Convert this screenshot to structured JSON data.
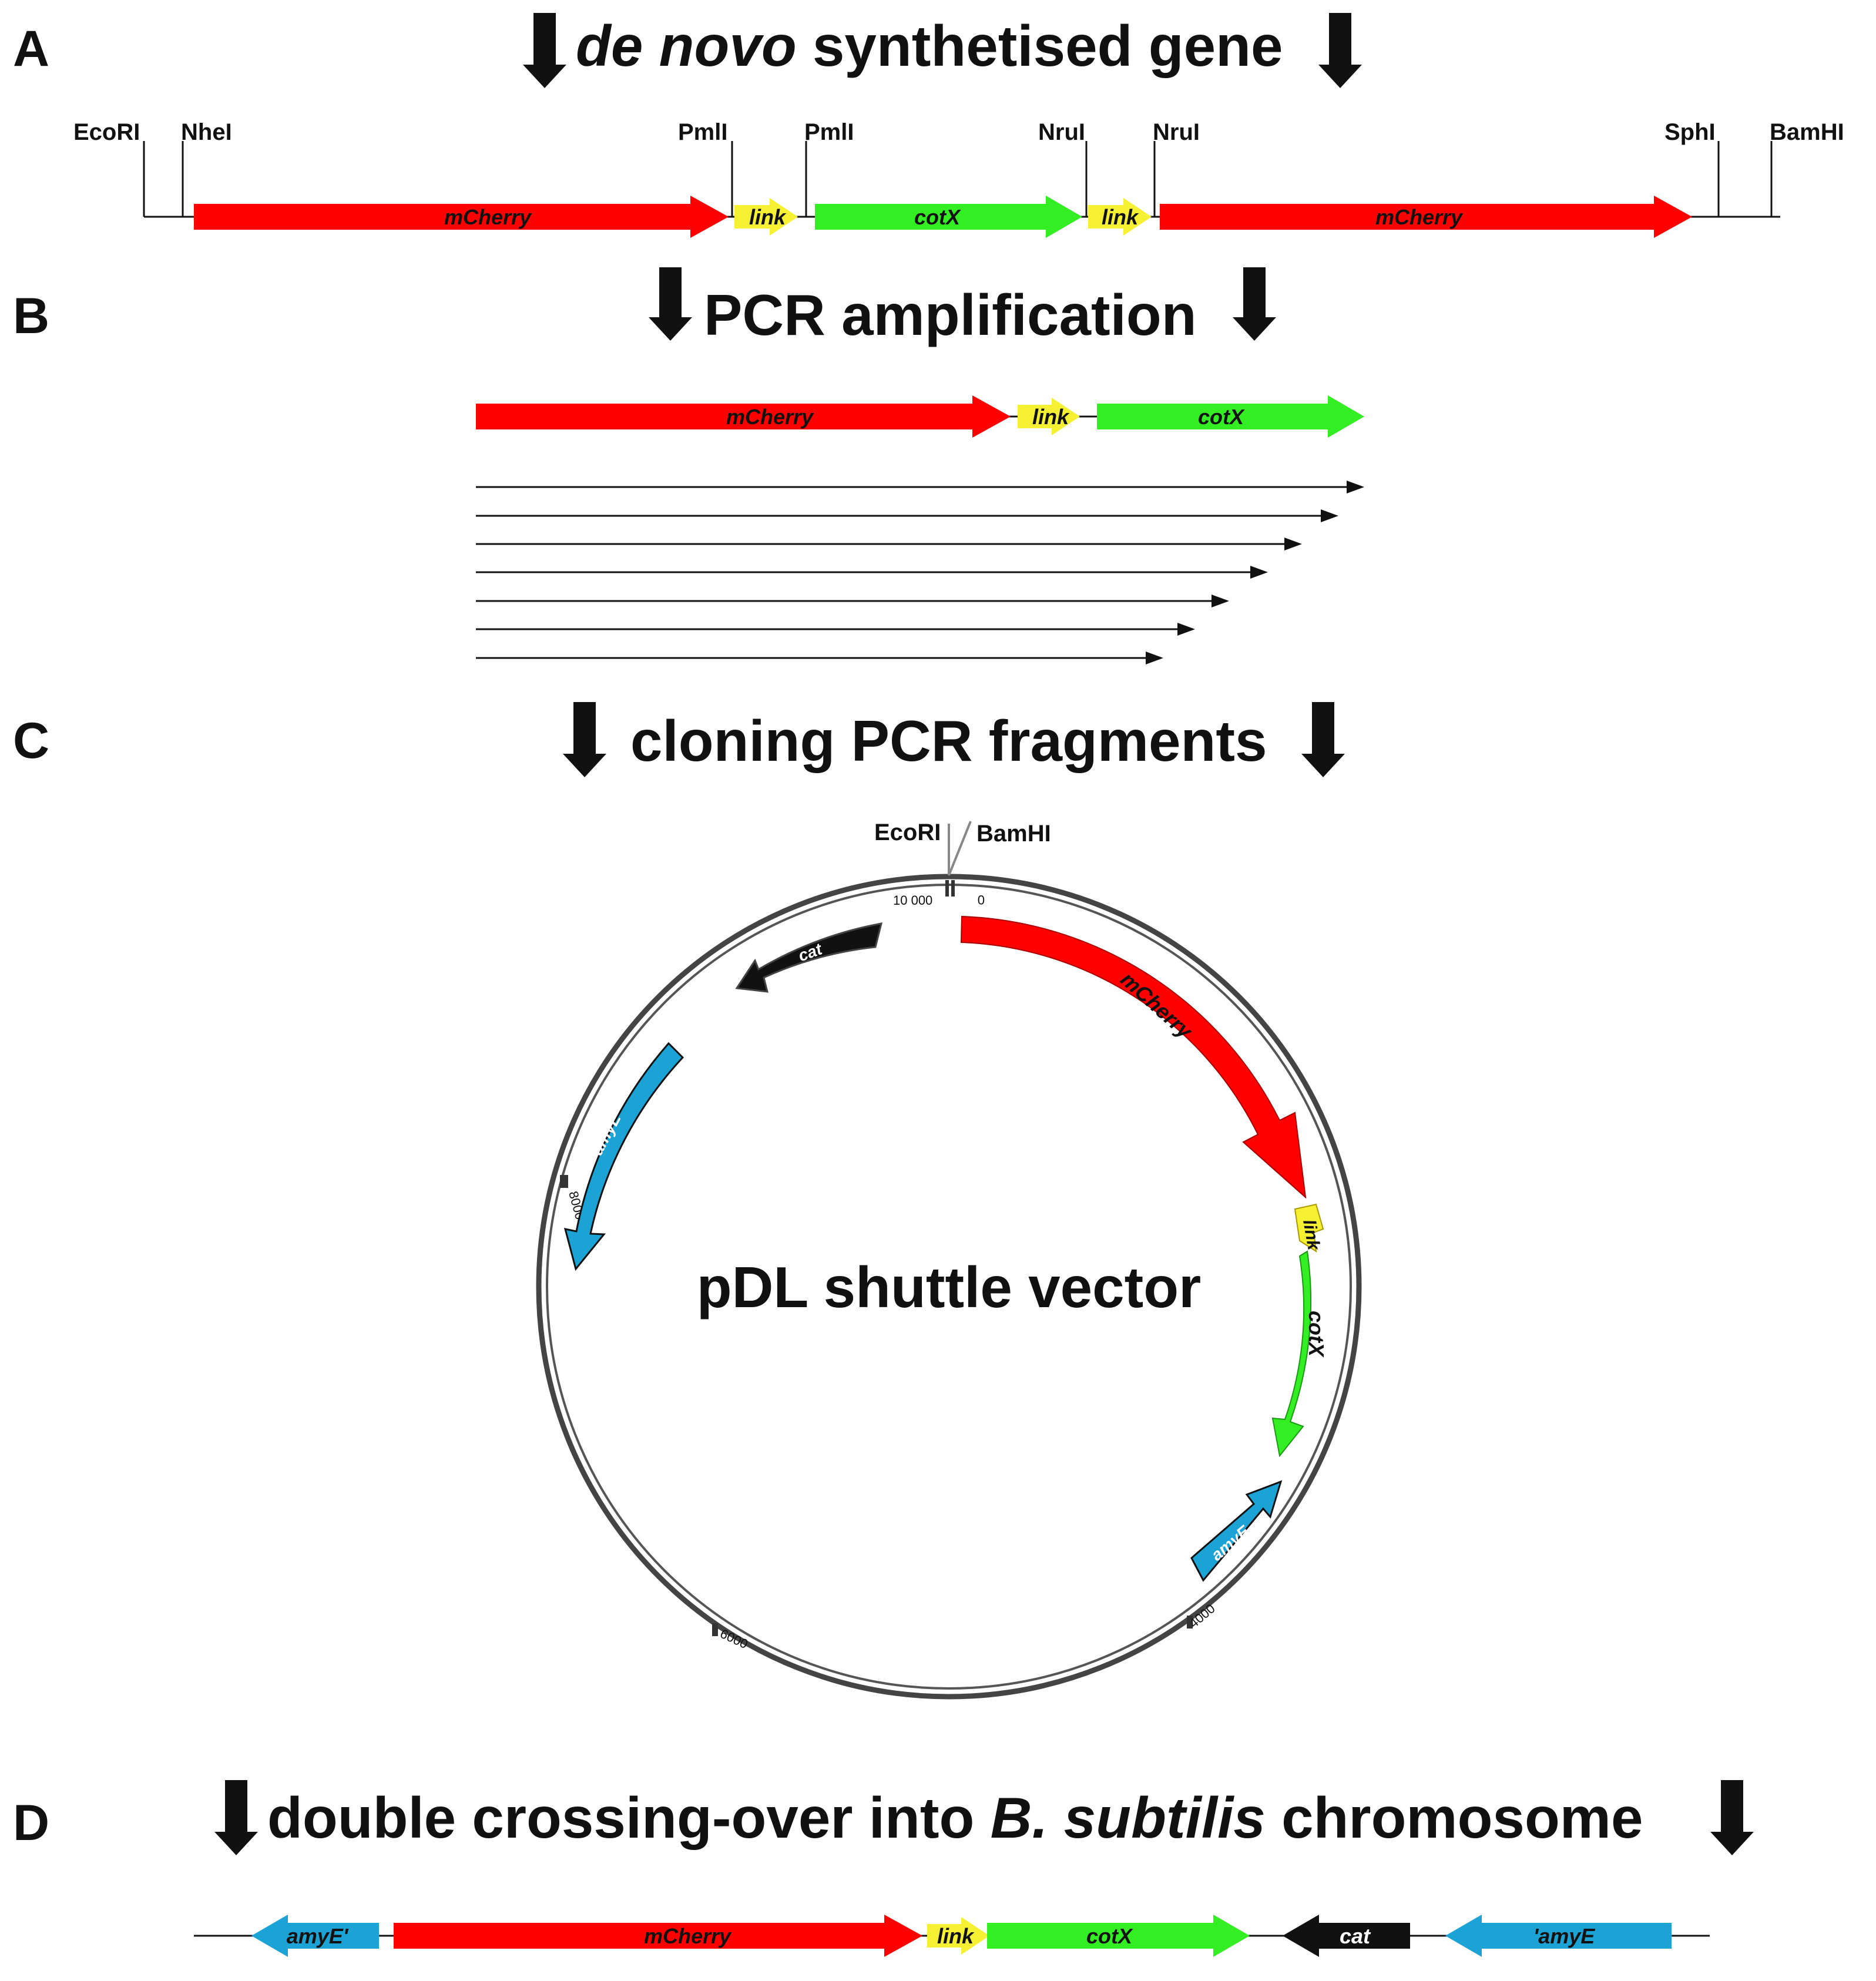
{
  "panels": {
    "a": {
      "letter": "A",
      "title_italic": "de novo",
      "title_rest": " synthetised gene",
      "sites": [
        "EcoRI",
        "NheI",
        "PmlI",
        "PmlI",
        "NruI",
        "NruI",
        "SphI",
        "BamHI"
      ],
      "genes": [
        "mCherry",
        "link",
        "cotX",
        "link",
        "mCherry"
      ]
    },
    "b": {
      "letter": "B",
      "title": "PCR amplification",
      "genes": [
        "mCherry",
        "link",
        "cotX"
      ],
      "fragment_count": 7
    },
    "c": {
      "letter": "C",
      "title": "cloning PCR fragments",
      "vector_name": "pDL shuttle vector",
      "sites": [
        "EcoRI",
        "BamHI"
      ],
      "ticks": [
        "10 000",
        "0",
        "8000",
        "6000",
        "4000"
      ],
      "genes": [
        "mCherry",
        "link",
        "cotX",
        "amyE",
        "amyE",
        "cat"
      ]
    },
    "d": {
      "letter": "D",
      "title_prefix": "double crossing-over into ",
      "title_italic": "B. subtilis",
      "title_suffix": " chromosome",
      "genes": [
        "amyE'",
        "mCherry",
        "link",
        "cotX",
        "cat",
        "'amyE"
      ]
    }
  },
  "colors": {
    "mcherry": "#ff0000",
    "link": "#f5f032",
    "cotx": "#33ee22",
    "amye": "#1ca3d6",
    "cat": "#111111",
    "text": "#111111"
  }
}
